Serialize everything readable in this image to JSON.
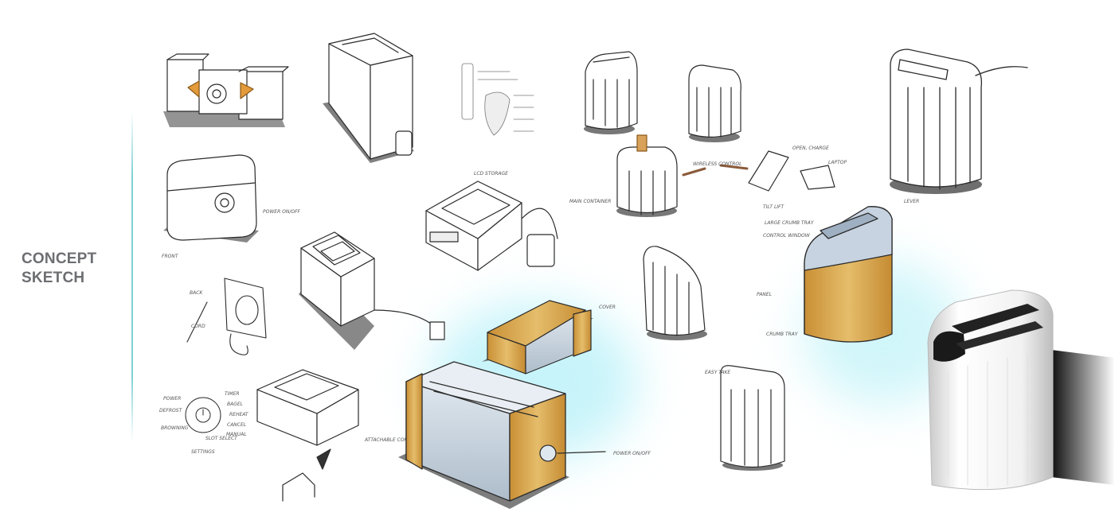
{
  "title": {
    "line1": "CONCEPT",
    "line2": "SKETCH"
  },
  "annotations": {
    "power_on_off_left": "POWER ON/OFF",
    "front": "FRONT",
    "back": "BACK",
    "cord": "CORD",
    "lcd_storage": "LCD STORAGE",
    "cover": "COVER",
    "power_on_off_main": "POWER ON/OFF",
    "attachable_cord": "ATTACHABLE CORD",
    "wireless_control": "WIRELESS CONTROL",
    "open_charge": "OPEN, CHARGE",
    "laptop": "LAPTOP",
    "main_container": "MAIN CONTAINER",
    "crumb_tray": "LARGE CRUMB TRAY",
    "tilt_lift": "TILT LIFT",
    "control_window": "CONTROL WINDOW",
    "panel": "PANEL",
    "crumb_tray_small": "CRUMB TRAY",
    "lever": "LEVER",
    "grab_ease": "EASY TAKE",
    "power_button": "POWER",
    "timer": "TIMER",
    "bagel": "BAGEL",
    "reheat": "REHEAT",
    "defrost": "DEFROST",
    "browning": "BROWNING",
    "settings": "SETTINGS",
    "slot_select": "SLOT SELECT",
    "cancel": "CANCEL",
    "manual": "MANUAL"
  },
  "colors": {
    "ink": "#2b2b2b",
    "wood": "#d9a84e",
    "glass": "#c9d6e2",
    "glow": "#bff1f7",
    "title": "#6d6e71",
    "accent": "#7ecfd2"
  }
}
